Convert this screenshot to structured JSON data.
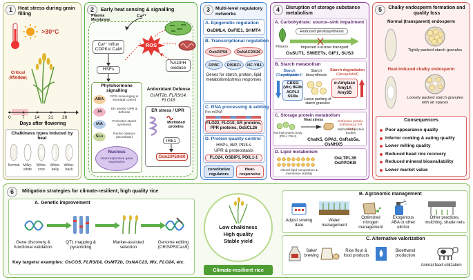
{
  "colors": {
    "green": "#5cae48",
    "blue": "#3b7ecf",
    "purple": "#8e3f9e",
    "red": "#d93b3b",
    "panel6": "#7db656"
  },
  "p1": {
    "num": "1",
    "title": "Heat stress during grain filling",
    "temp": ">30°C",
    "window_title": "Critical Window",
    "window_sub": "(7-14 DAF)",
    "ticks": [
      "0",
      "7",
      "14",
      "21",
      "28"
    ],
    "xlabel": "Days after flowering",
    "chalk_title": "Chalkiness types induced by heat",
    "chalk_types": [
      "Normal",
      "Milky-white",
      "White-core",
      "White-belly",
      "White-back"
    ]
  },
  "p2": {
    "num": "2",
    "title": "Early heat sensing & signalling",
    "membrane": "Plasma Membrane",
    "ca": "Ca²⁺",
    "ca_influx": "Ca²⁺ influx CDPKs/ CaM",
    "hsfs": "HSFs",
    "ros": "ROS",
    "nadph": "NADPH oxidase",
    "phyto_title": "Phytohormone signalling",
    "hormones": [
      "ABA",
      "JA",
      "IAA",
      "SLs"
    ],
    "hormone_fx": [
      "ROS scavenging & stomatal control",
      "ER stress/ UPR & defense",
      "Promotes starch synthesis",
      "Redox balance (ascorbate)"
    ],
    "nucleus": "Nucleus",
    "nucleus_sub": "Heat-responsive gene expression",
    "antiox_title": "Antioxidant Defense",
    "antiox_genes": "OsMT2b, FLR3/14, FLO16",
    "er_title": "ER stress / UPR",
    "misfolded": "Misfolded proteins",
    "ire1": "IRE1",
    "bzip": "OsbZIP50/60"
  },
  "p3": {
    "num": "3",
    "title": "Multi-level regulatory networks",
    "a_title": "A. Epigenetic regulation",
    "a_genes": "OsDML4, OsFIE1, SHMT4",
    "b_title": "B. Transcriptional regulation",
    "b_row1": [
      "OsbZIP58",
      "OsNAC20/26"
    ],
    "b_row2": [
      "RPBF",
      "RISBZ1",
      "NF-YB1"
    ],
    "b_desc": "Genes for starch, protein, lipid metabolism&stress responses",
    "c_title": "C. RNA processing & editing",
    "c_pre": "Pre-mRNA",
    "c_genes": "FLO22, FLO10, SR proteins, PPR proteins, OsSCL26",
    "d_title": "D. Protein quality control",
    "d_l1": "HSPs, BiP, PDILs",
    "d_l2": "UPR & proteostasis",
    "d_genes": "FLO24, OSBiP1, PDIL1-1",
    "legend": [
      "constitutive regulators",
      "Heat-responsive"
    ]
  },
  "p4": {
    "num": "4",
    "title": "Disruption of storage substance metabolism",
    "a_title": "A. Carbohydrate: source–sink impairment",
    "a_red": "Reduced photosynthesis",
    "a_imp": "Impaired sucrose transport",
    "phloem": "Phloem",
    "a_genes": "OsSUT1, SWEETs, GIF1, SUS3",
    "b_title": "B. Starch metabolism",
    "b_syn": "Starch synthesis",
    "b_syn_sub": "(Downregulated)",
    "b_syn_genes": "GBSSI (Wx) BEIIb AGPL2 SSIIIa",
    "b_bio": "Starch biosynthesis",
    "b_deg": "Starch degradation",
    "b_deg_sub": "(Upregulated)",
    "b_deg_genes": "α-Amylase Amy1A Amy3D",
    "b_loose": "Loose packing of starch granules",
    "c_title": "C. Storage protein metabolism",
    "c_heat": "Heat stress",
    "c_normal": "Normal protein body (PB-I, PB-II)",
    "c_defect": "Defective protein trafficking & ER stress",
    "c_mal": "Malformed protein bodies",
    "c_genes": "Chalk5, GPA3, OsRab5a, OsNHX5",
    "d_title": "D. Lipid metabolism",
    "d_altered": "Altered lipid composition & membrane stability",
    "d_genes": "OsLTPL36 OsPPDKB"
  },
  "p5": {
    "num": "5",
    "title": "Chalky endosperm formation and quality loss",
    "normal": "Normal (transparent) endosperm",
    "tight": "Tightly packed starch granules",
    "heat": "Heat-induced chalky endosperm",
    "loose": "Loosely packed starch granules with air spaces",
    "cons_title": "Consequences",
    "cons": [
      "Poor appearance quality",
      "Inferior cooking & eating quality",
      "Lower milling quality",
      "Reduced head rice recovery",
      "Reduced mineral bioavailability",
      "Lower market value"
    ]
  },
  "p6": {
    "num": "6",
    "title": "Mitigation strategies for climate-resilient, high quality rice",
    "a_title": "A. Genetic improvement",
    "steps": [
      "Gene discovery & functional validation",
      "QTL mapping & pyramiding",
      "Marker-assisted selection",
      "Genome editing (CRISPR/Cas9)"
    ],
    "targets_prefix": "Key targets/ examples: ",
    "targets": "OsCG5, FLR3/14, OsMT2b, OsNAC23, Wx, FLO24, etc.",
    "center_lines": [
      "Low chalkiness",
      "High quality",
      "Stable yield"
    ],
    "center_title": "Climate-resilient rice",
    "b_title": "B. Agronomic management",
    "b_items": [
      "Adjust sowing date",
      "Water management",
      "Optimized nitrogen management",
      "Exogenous ABA or other elicitor",
      "Other practices, mulching, shade nets"
    ],
    "c_title": "C. Alternative valorization",
    "c_items": [
      "Sake/ brewing",
      "Rice flour & food products",
      "Bioethanol production",
      "Animal feed utilization"
    ]
  }
}
